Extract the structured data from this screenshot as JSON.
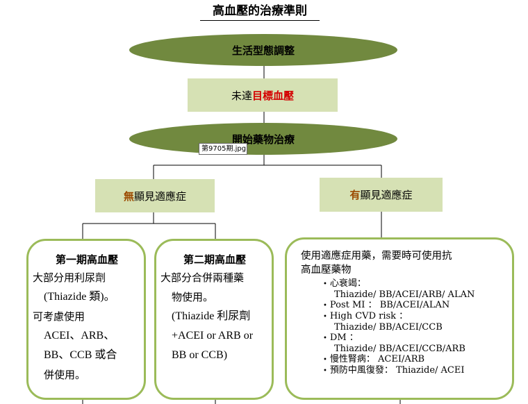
{
  "title": "高血壓的治療準則",
  "flow": {
    "step1": "生活型態調整",
    "step2_prefix": "未達",
    "step2_highlight": "目標血壓",
    "step3": "開始藥物治療"
  },
  "tooltip": "第9705期.jpg",
  "branches": {
    "no_indication": {
      "keyword": "無",
      "rest": "顯見適應症"
    },
    "has_indication": {
      "keyword": "有",
      "rest": "顯見適應症"
    }
  },
  "card_stage1": {
    "heading": "第一期高血壓",
    "lines": [
      "大部分用利尿劑",
      "(Thiazide 類)。",
      "可考慮使用",
      "ACEI、ARB、",
      "BB、CCB 或合",
      "併使用。"
    ]
  },
  "card_stage2": {
    "heading": "第二期高血壓",
    "lines": [
      "大部分合併兩種藥",
      "物使用。",
      "(Thiazide 利尿劑",
      "+ACEI or ARB or",
      "BB or CCB)"
    ]
  },
  "card_indications": {
    "intro_line1": "使用適應症用藥，需要時可使用抗",
    "intro_line2": "高血壓藥物",
    "items": [
      {
        "label": "心衰竭：",
        "drugs": "Thiazide/ BB/ACEI/ARB/ ALAN"
      },
      {
        "label": "Post MI ： BB/ACEI/ALAN",
        "drugs": ""
      },
      {
        "label": "High CVD risk ：",
        "drugs": "Thiazide/ BB/ACEI/CCB"
      },
      {
        "label": "DM ：",
        "drugs": "Thiazide/ BB/ACEI/CCB/ARB"
      },
      {
        "label": "慢性腎病： ACEI/ARB",
        "drugs": ""
      },
      {
        "label": "預防中風復發： Thiazide/ ACEI",
        "drugs": ""
      }
    ]
  }
}
